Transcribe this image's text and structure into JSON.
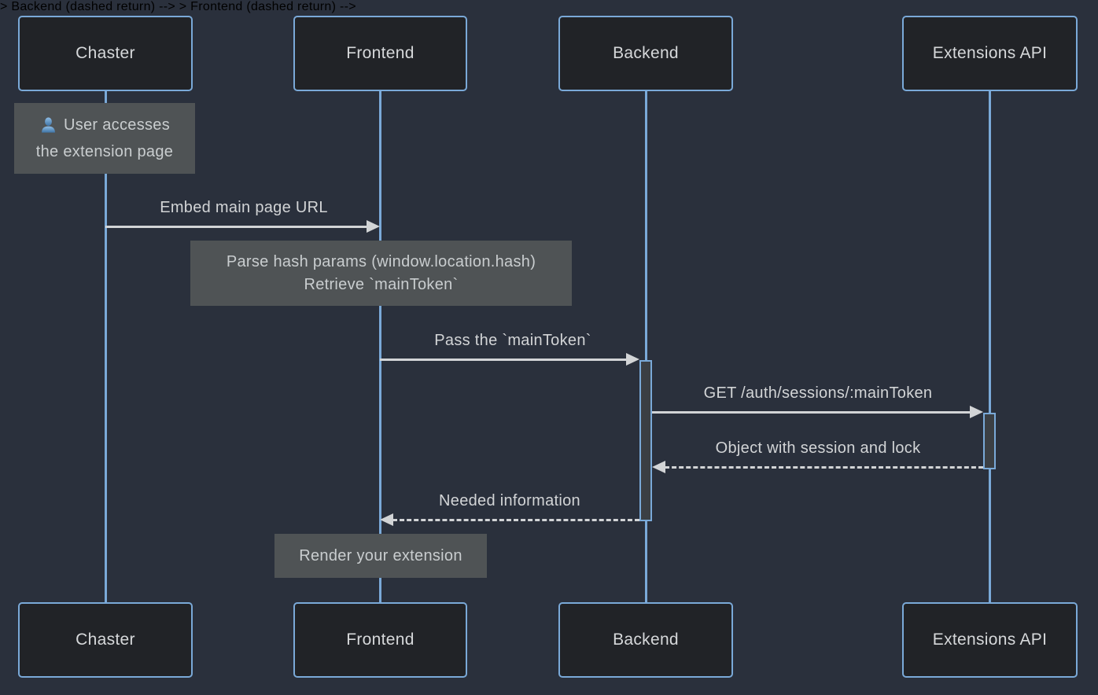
{
  "colors": {
    "background": "#2a303c",
    "actor_fill": "#212327",
    "actor_border": "#7aa9d8",
    "actor_text": "#d6d8da",
    "lifeline": "#7aa9d8",
    "signal": "#d2d4d6",
    "note_fill": "#4f5355",
    "note_text": "#c9cdcf",
    "activation_fill": "#3b3f44",
    "user_icon_blue": "#5e95c7"
  },
  "actors": [
    {
      "label": "Chaster"
    },
    {
      "label": "Frontend"
    },
    {
      "label": "Backend"
    },
    {
      "label": "Extensions API"
    }
  ],
  "notes": [
    {
      "over": "Chaster",
      "icon": "user-icon",
      "lines": [
        "User accesses",
        "the extension page"
      ]
    },
    {
      "over": "Frontend",
      "lines": [
        "Parse hash params (window.location.hash)",
        "Retrieve `mainToken`"
      ]
    },
    {
      "over": "Frontend",
      "lines": [
        "Render your extension"
      ]
    }
  ],
  "messages": [
    {
      "from": "Chaster",
      "to": "Frontend",
      "style": "solid",
      "text": "Embed main page URL"
    },
    {
      "from": "Frontend",
      "to": "Backend",
      "style": "solid",
      "text": "Pass the `mainToken`"
    },
    {
      "from": "Backend",
      "to": "Extensions API",
      "style": "solid",
      "text": "GET /auth/sessions/:mainToken"
    },
    {
      "from": "Extensions API",
      "to": "Backend",
      "style": "dashed",
      "text": "Object with session and lock"
    },
    {
      "from": "Backend",
      "to": "Frontend",
      "style": "dashed",
      "text": "Needed information"
    }
  ]
}
